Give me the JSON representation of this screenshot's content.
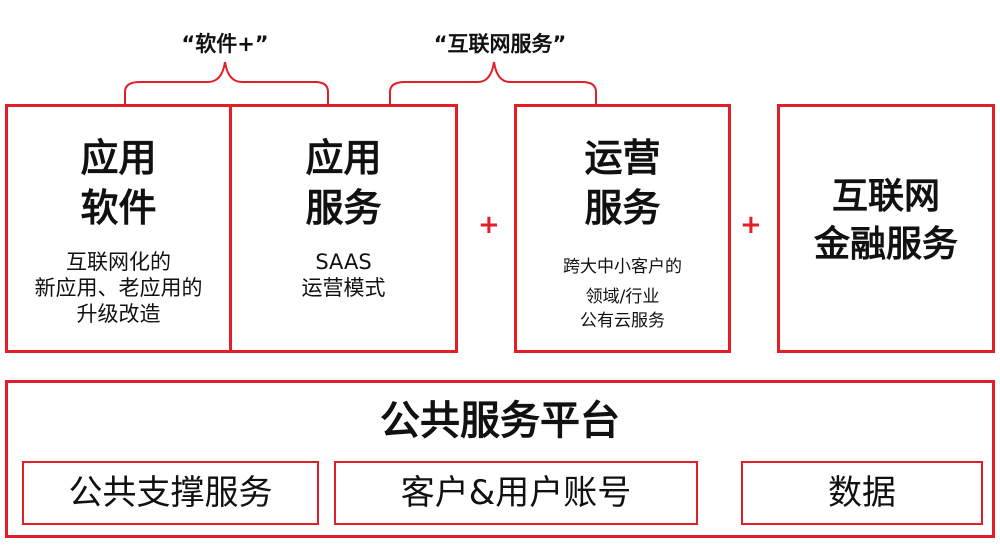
{
  "groups": {
    "software_plus": "“软件+”",
    "internet_service": "“互联网服务”"
  },
  "boxes": {
    "app_software": {
      "title_line1": "应用",
      "title_line2": "软件",
      "desc_line1": "互联网化的",
      "desc_line2": "新应用、老应用的",
      "desc_line3": "升级改造"
    },
    "app_service": {
      "title_line1": "应用",
      "title_line2": "服务",
      "desc_line1": "SAAS",
      "desc_line2": "运营模式"
    },
    "ops_service": {
      "title_line1": "运营",
      "title_line2": "服务",
      "desc_line1": "跨大中小客户的",
      "desc_line2": "领域/行业",
      "desc_line3": "公有云服务"
    },
    "finance": {
      "title_line1": "互联网",
      "title_line2": "金融服务"
    }
  },
  "plus_signs": [
    "+",
    "+"
  ],
  "platform": {
    "title": "公共服务平台",
    "items": [
      "公共支撑服务",
      "客户&用户账号",
      "数据"
    ]
  },
  "colors": {
    "border": "#e41e26",
    "text": "#111111"
  }
}
